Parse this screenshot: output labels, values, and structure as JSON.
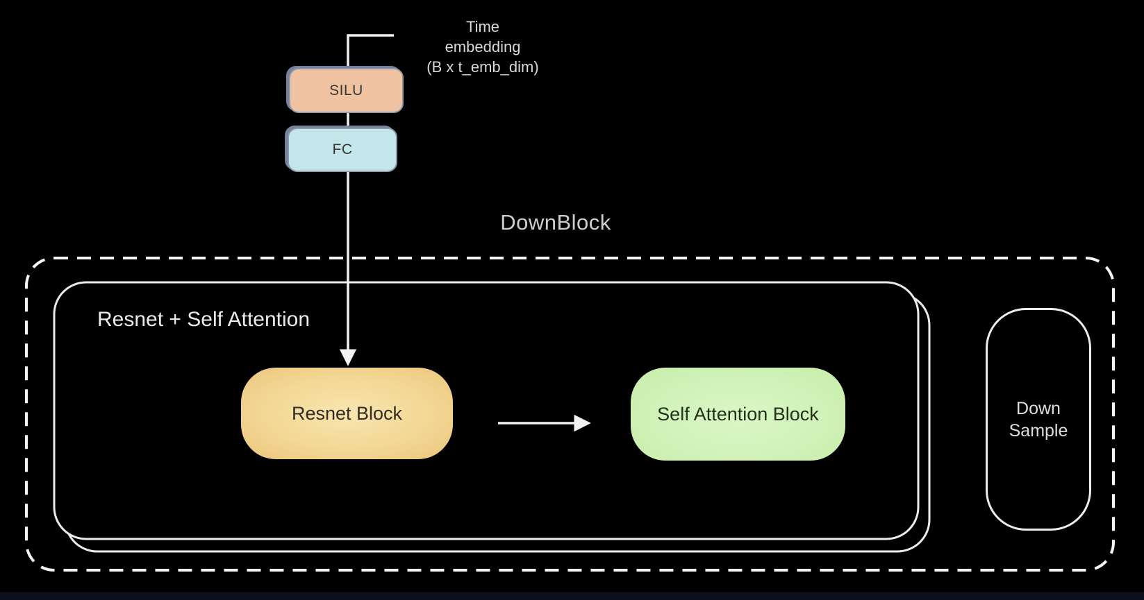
{
  "diagram": {
    "title": "DownBlock",
    "annotations": {
      "time_embedding": {
        "line1": "Time",
        "line2": "embedding",
        "line3": "(B x t_emb_dim)"
      },
      "container_label": "Resnet + Self Attention"
    },
    "nodes": {
      "silu": {
        "label": "SILU",
        "fill": "#efc3a2"
      },
      "fc": {
        "label": "FC",
        "fill": "#c2e6ea"
      },
      "resnet_block": {
        "label": "Resnet Block",
        "fill": "#ecc67c"
      },
      "self_attention_block": {
        "label": "Self Attention Block",
        "fill": "#cdf0b3"
      },
      "down_sample": {
        "label_line1": "Down",
        "label_line2": "Sample"
      }
    },
    "edges": [
      {
        "from": "time-embedding",
        "to": "silu"
      },
      {
        "from": "silu",
        "to": "fc"
      },
      {
        "from": "fc",
        "to": "resnet-block"
      },
      {
        "from": "resnet-block",
        "to": "self-attention-block"
      }
    ],
    "colors": {
      "background": "#000000",
      "line": "#f2f2f2",
      "dashed_border": "#f5f5f5",
      "label_text": "#d6d6d6"
    }
  }
}
